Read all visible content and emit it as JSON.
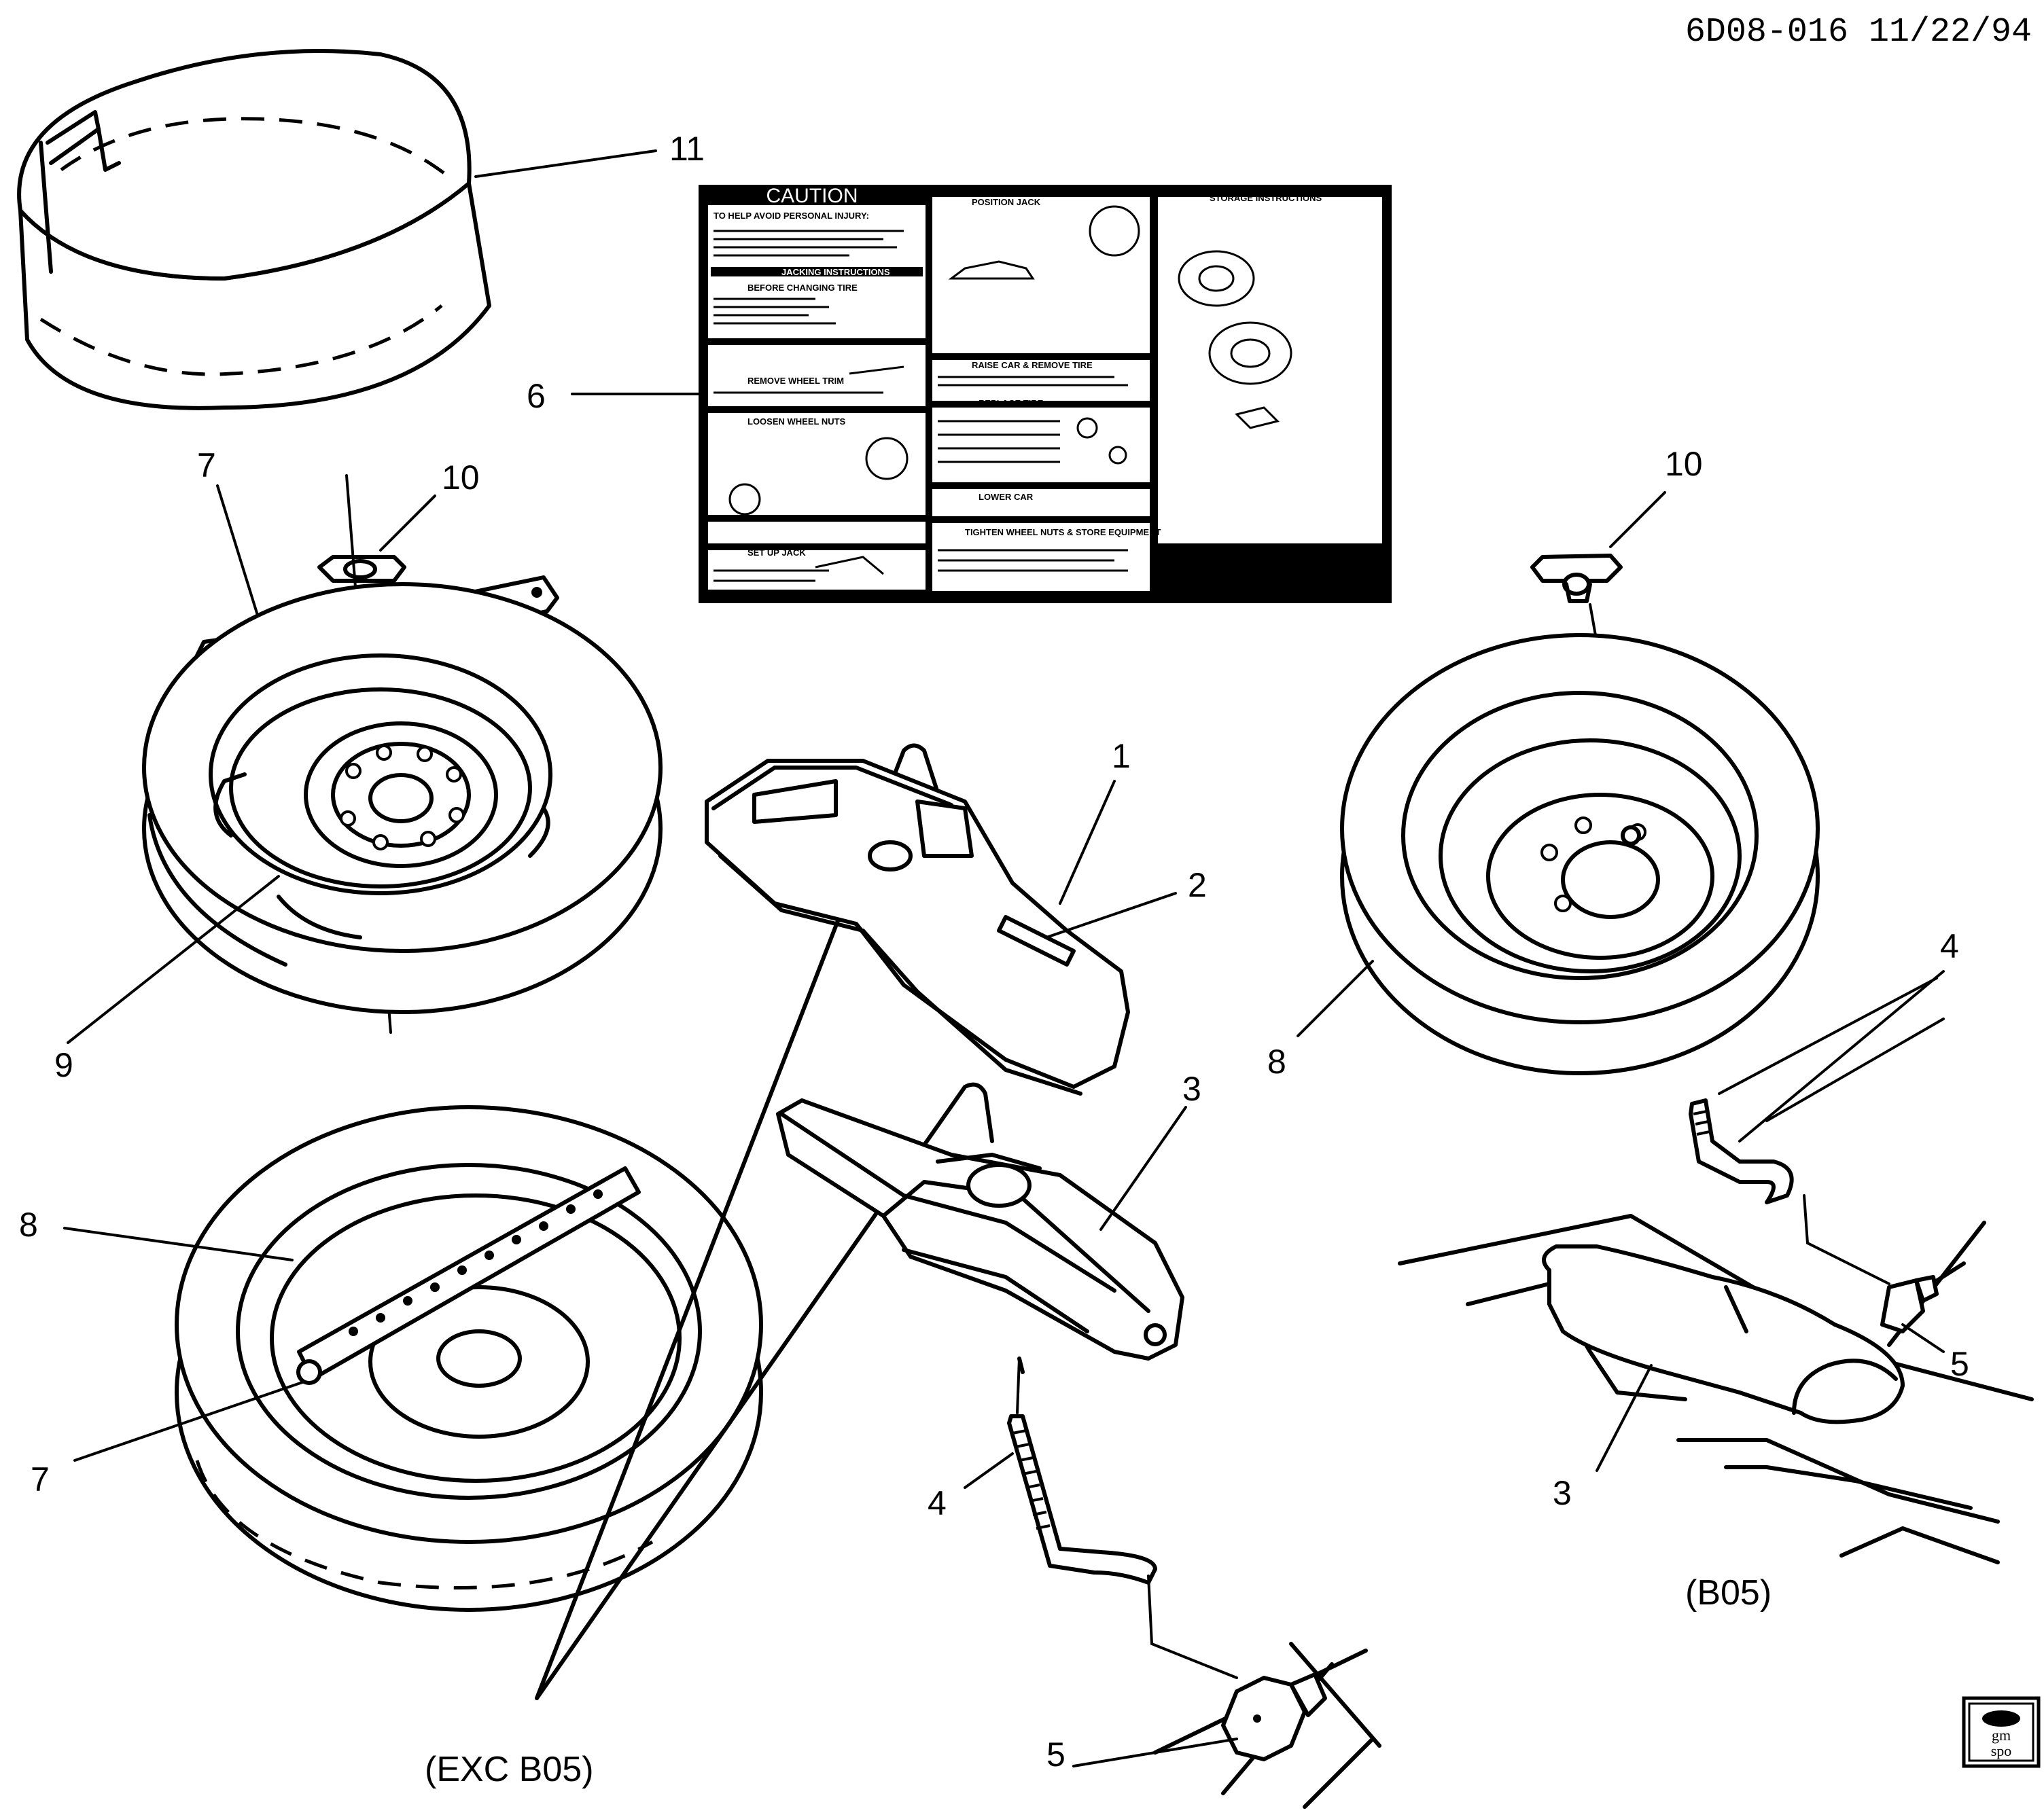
{
  "document_id": "6D08-016  11/22/94",
  "captions": {
    "left": "(EXC B05)",
    "right": "(B05)"
  },
  "callouts": {
    "c1": "1",
    "c2": "2",
    "c3a": "3",
    "c3b": "3",
    "c4a": "4",
    "c4b": "4",
    "c5a": "5",
    "c5b": "5",
    "c6": "6",
    "c7a": "7",
    "c7b": "7",
    "c8a": "8",
    "c8b": "8",
    "c9": "9",
    "c10a": "10",
    "c10b": "10",
    "c11": "11"
  },
  "caution_label": {
    "title": "CAUTION",
    "warning": "TO HELP AVOID PERSONAL INJURY:",
    "sections": [
      "JACKING INSTRUCTIONS",
      "BEFORE CHANGING TIRE",
      "REMOVE WHEEL TRIM",
      "LOOSEN WHEEL NUTS",
      "SET UP JACK",
      "POSITION JACK",
      "RAISE CAR & REMOVE TIRE",
      "REPLACE TIRE",
      "LOWER CAR",
      "TIGHTEN WHEEL NUTS & STORE EQUIPMENT",
      "STORAGE INSTRUCTIONS"
    ]
  },
  "logo": {
    "line1": "gm",
    "line2": "spo"
  }
}
